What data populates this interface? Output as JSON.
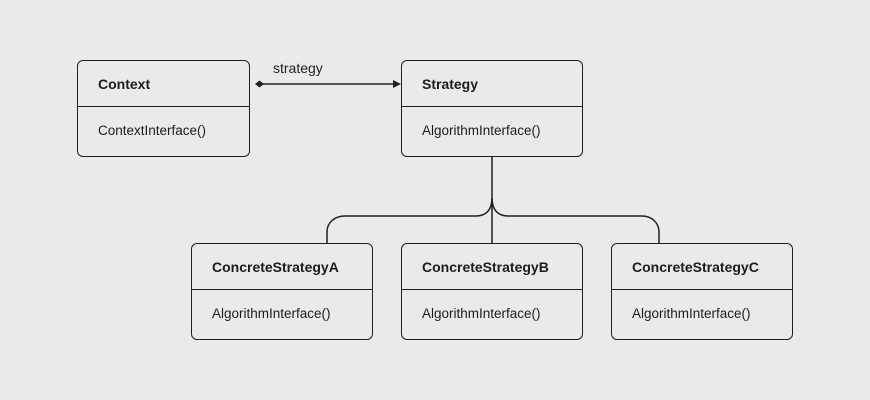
{
  "diagram": {
    "association": {
      "label": "strategy"
    },
    "classes": {
      "context": {
        "name": "Context",
        "method": "ContextInterface()"
      },
      "strategy": {
        "name": "Strategy",
        "method": "AlgorithmInterface()"
      },
      "concrete_a": {
        "name": "ConcreteStrategyA",
        "method": "AlgorithmInterface()"
      },
      "concrete_b": {
        "name": "ConcreteStrategyB",
        "method": "AlgorithmInterface()"
      },
      "concrete_c": {
        "name": "ConcreteStrategyC",
        "method": "AlgorithmInterface()"
      }
    },
    "colors": {
      "background": "#ebeae8",
      "stroke": "#1f1f1f"
    }
  }
}
